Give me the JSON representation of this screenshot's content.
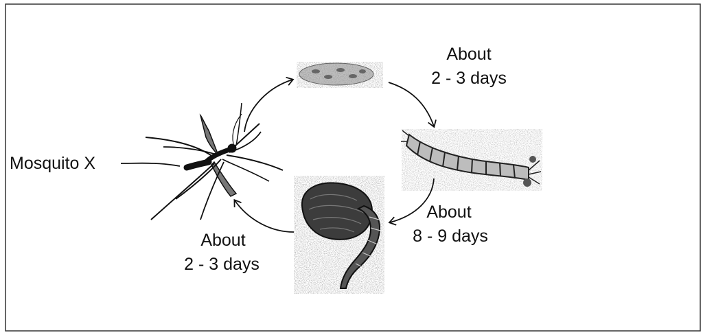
{
  "labels": {
    "mosquito": "Mosquito X",
    "top_right_line1": "About",
    "top_right_line2": "2 - 3 days",
    "mid_right_line1": "About",
    "mid_right_line2": "8 - 9 days",
    "bottom_left_line1": "About",
    "bottom_left_line2": "2 - 3 days"
  },
  "stages": [
    "eggs",
    "larva",
    "pupa",
    "adult mosquito"
  ],
  "colors": {
    "ink": "#111111",
    "frame": "#333333",
    "speckle": "#9a9a9a"
  }
}
